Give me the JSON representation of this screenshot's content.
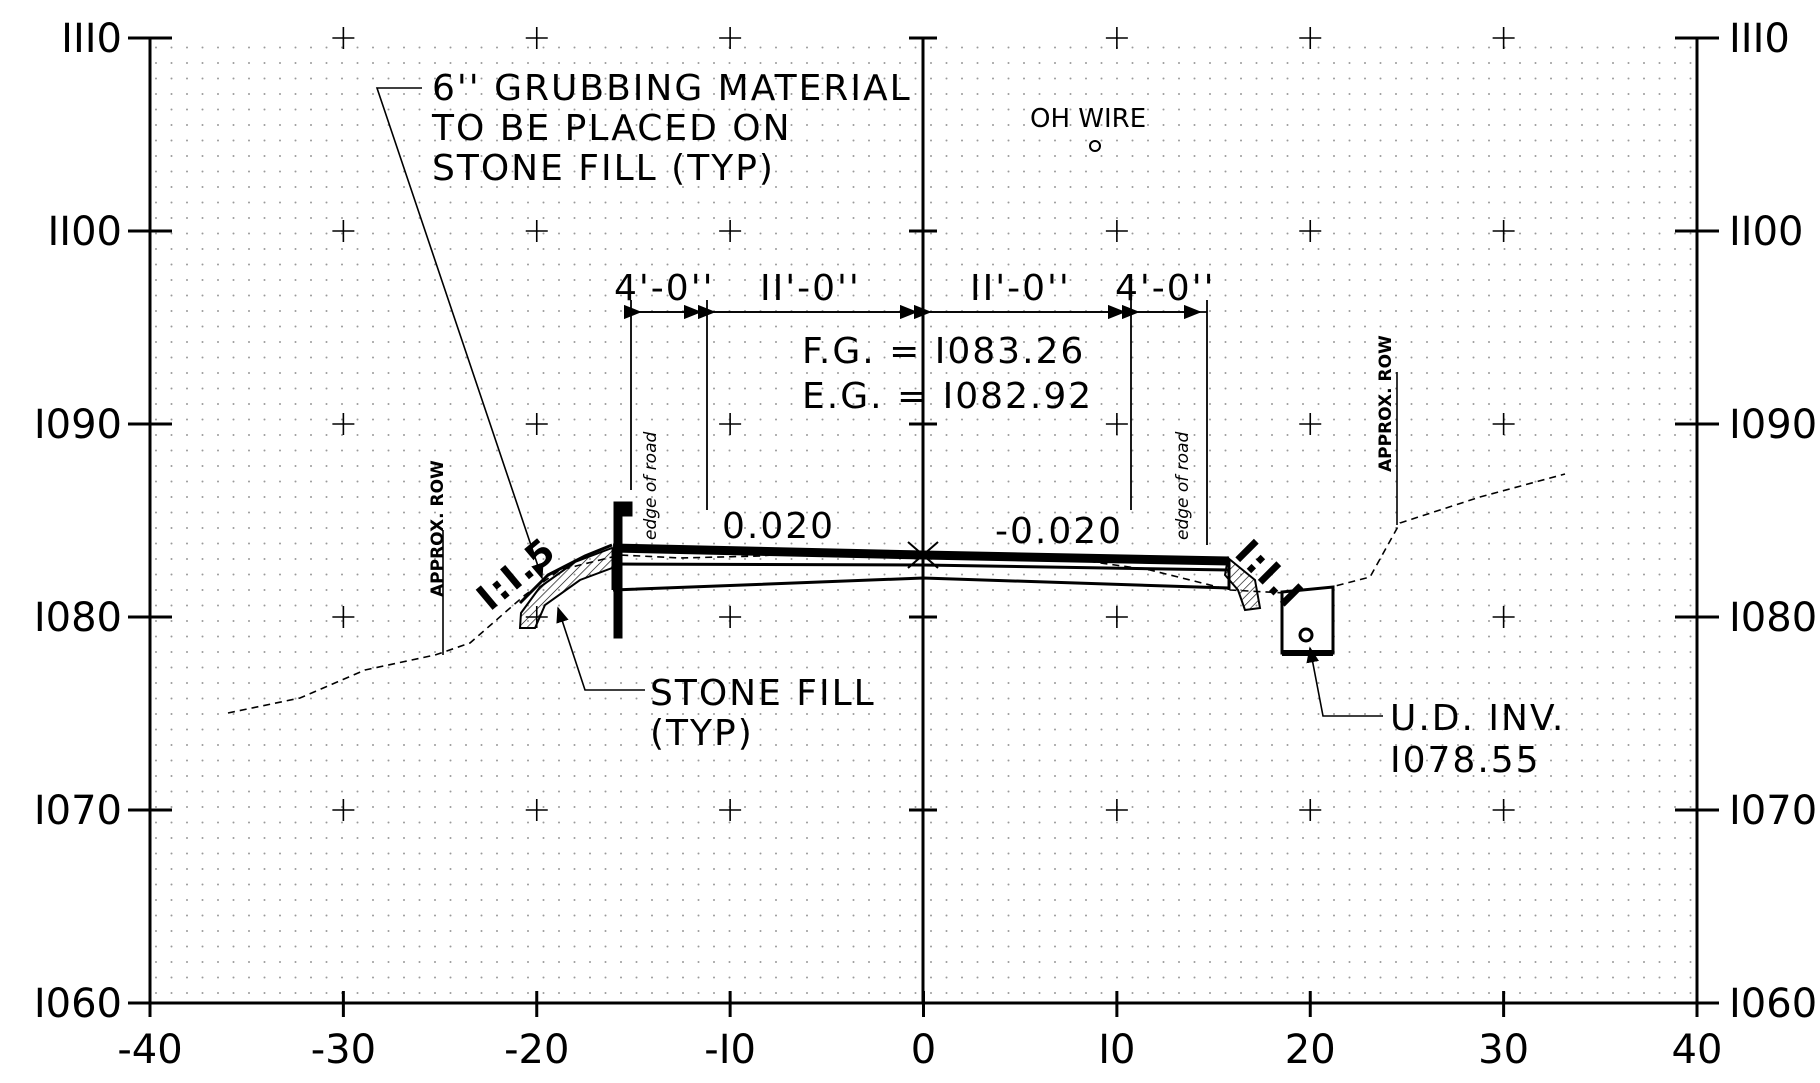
{
  "axes": {
    "x_ticks": [
      "-40",
      "-30",
      "-20",
      "-I0",
      "0",
      "I0",
      "20",
      "30",
      "40"
    ],
    "y_left": [
      "III0",
      "II00",
      "I090",
      "I080",
      "I070",
      "I060"
    ],
    "y_right": [
      "III0",
      "II00",
      "I090",
      "I080",
      "I070",
      "I060"
    ],
    "x_range": [
      -40,
      40
    ],
    "y_range": [
      1060,
      1110
    ],
    "grid": "dotted"
  },
  "annotations": {
    "grubbing": [
      "6'' GRUBBING MATERIAL",
      "TO BE PLACED ON",
      "STONE FILL (TYP)"
    ],
    "oh_wire": "OH WIRE",
    "dim_left_shoulder": "4'-0''",
    "dim_left_lane": "II'-0''",
    "dim_right_lane": "II'-0''",
    "dim_right_shoulder": "4'-0''",
    "fg": "F.G. = I083.26",
    "eg": "E.G. = I082.92",
    "slope_left": "0.020",
    "slope_right": "-0.020",
    "side_slope_left": "I:I.5",
    "side_slope_right": "I:I.I",
    "approx_row_left": "APPROX. ROW",
    "approx_row_right": "APPROX. ROW",
    "edge_road_left": "edge of road",
    "edge_road_right": "edge of road",
    "stone_fill": [
      "STONE FILL",
      "(TYP)"
    ],
    "ud_inv": [
      "U.D. INV.",
      "I078.55"
    ]
  }
}
